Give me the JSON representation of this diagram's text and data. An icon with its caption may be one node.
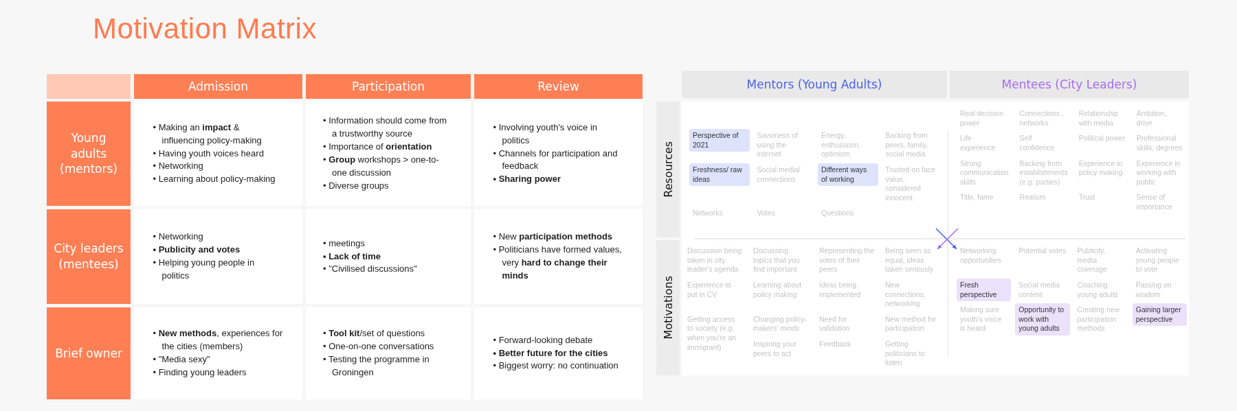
{
  "diagram": {
    "title": "Motivation Matrix",
    "labels": [
      "Admission",
      "Participation",
      "Review",
      "Young adults (mentors)",
      "• Making an **impact** & influencing policy-making",
      "• Having youth voices heard",
      "• Networking",
      "• Learning about policy-making",
      "• Information should come from a trustworthy source",
      "• Importance of **orientation**",
      "• **Group** workshops > one-to-one discussion",
      "• Diverse groups",
      "• Involving youth's voice in politics",
      "• Channels for participation and feedback",
      "• Sharing power",
      "City leaders (mentees)",
      "• Networking",
      "• Publicity and votes",
      "• Helping young people in politics",
      "• meetings",
      "• Lack of time",
      "• \"Civilised discussions\"",
      "• New **participation methods**",
      "• Politicians have formed values, very **hard to change their minds**",
      "Brief owner",
      "• **New methods**, experiences for the cities (members)",
      "• \"Media sexy\"",
      "• Finding young leaders",
      "• **Tool kit**/set of questions",
      "• One-on-one conversations",
      "• Testing the programme in Groningen",
      "• Forward-looking debate",
      "• Better future for the cities",
      "• Biggest worry: no continuation",
      "Mentors (Young Adults)",
      "Mentees (City Leaders)",
      "Resources",
      "Perspective of 2021",
      "Savviness of using the internet",
      "Energy, enthusiasm, optimism",
      "Backing from peers, family, social media",
      "Freshness/ raw ideas",
      "Social media/ connections",
      "Different ways of working",
      "Trusted on face value, considered innocent",
      "Networks",
      "Votes",
      "Questions",
      "Real decision power",
      "Connections , networks",
      "Relationship with media",
      "Ambition, drive",
      "Life experience",
      "Self confidence",
      "Political power",
      "Professional skills, degrees",
      "Strong communication skills",
      "Backing from establishments (e.g. parties)",
      "Experience in policy making",
      "Experience in working with public",
      "Title, fame",
      "Realism",
      "Trust",
      "Sense of importance",
      "Motivations",
      "Discussion being taken in city leader's agenda",
      "Discussing topics that you find important",
      "Representing the votes of their peers",
      "Being seen as equal, ideas taken seriously",
      "Experience to put in CV",
      "Learning about policy making",
      "Ideas being implemented",
      "New connections, networking",
      "Getting access to society (e.g. when you're an immigrant)",
      "Changing policy-makers' minds",
      "Need for validation",
      "New method for participation",
      "Inspiring your peers to act",
      "Feedback",
      "Getting politicians to listen",
      "Networking opportunities",
      "Potential votes",
      "Publicity, media coverage",
      "Activating young people to vote",
      "Fresh perspective",
      "Social media content",
      "Coaching young adults",
      "Passing on wisdom",
      "Making sure youth's voice is heard",
      "Opportunity to work with young adults",
      "Creating new participation methods",
      "Gaining larger perspective"
    ]
  }
}
